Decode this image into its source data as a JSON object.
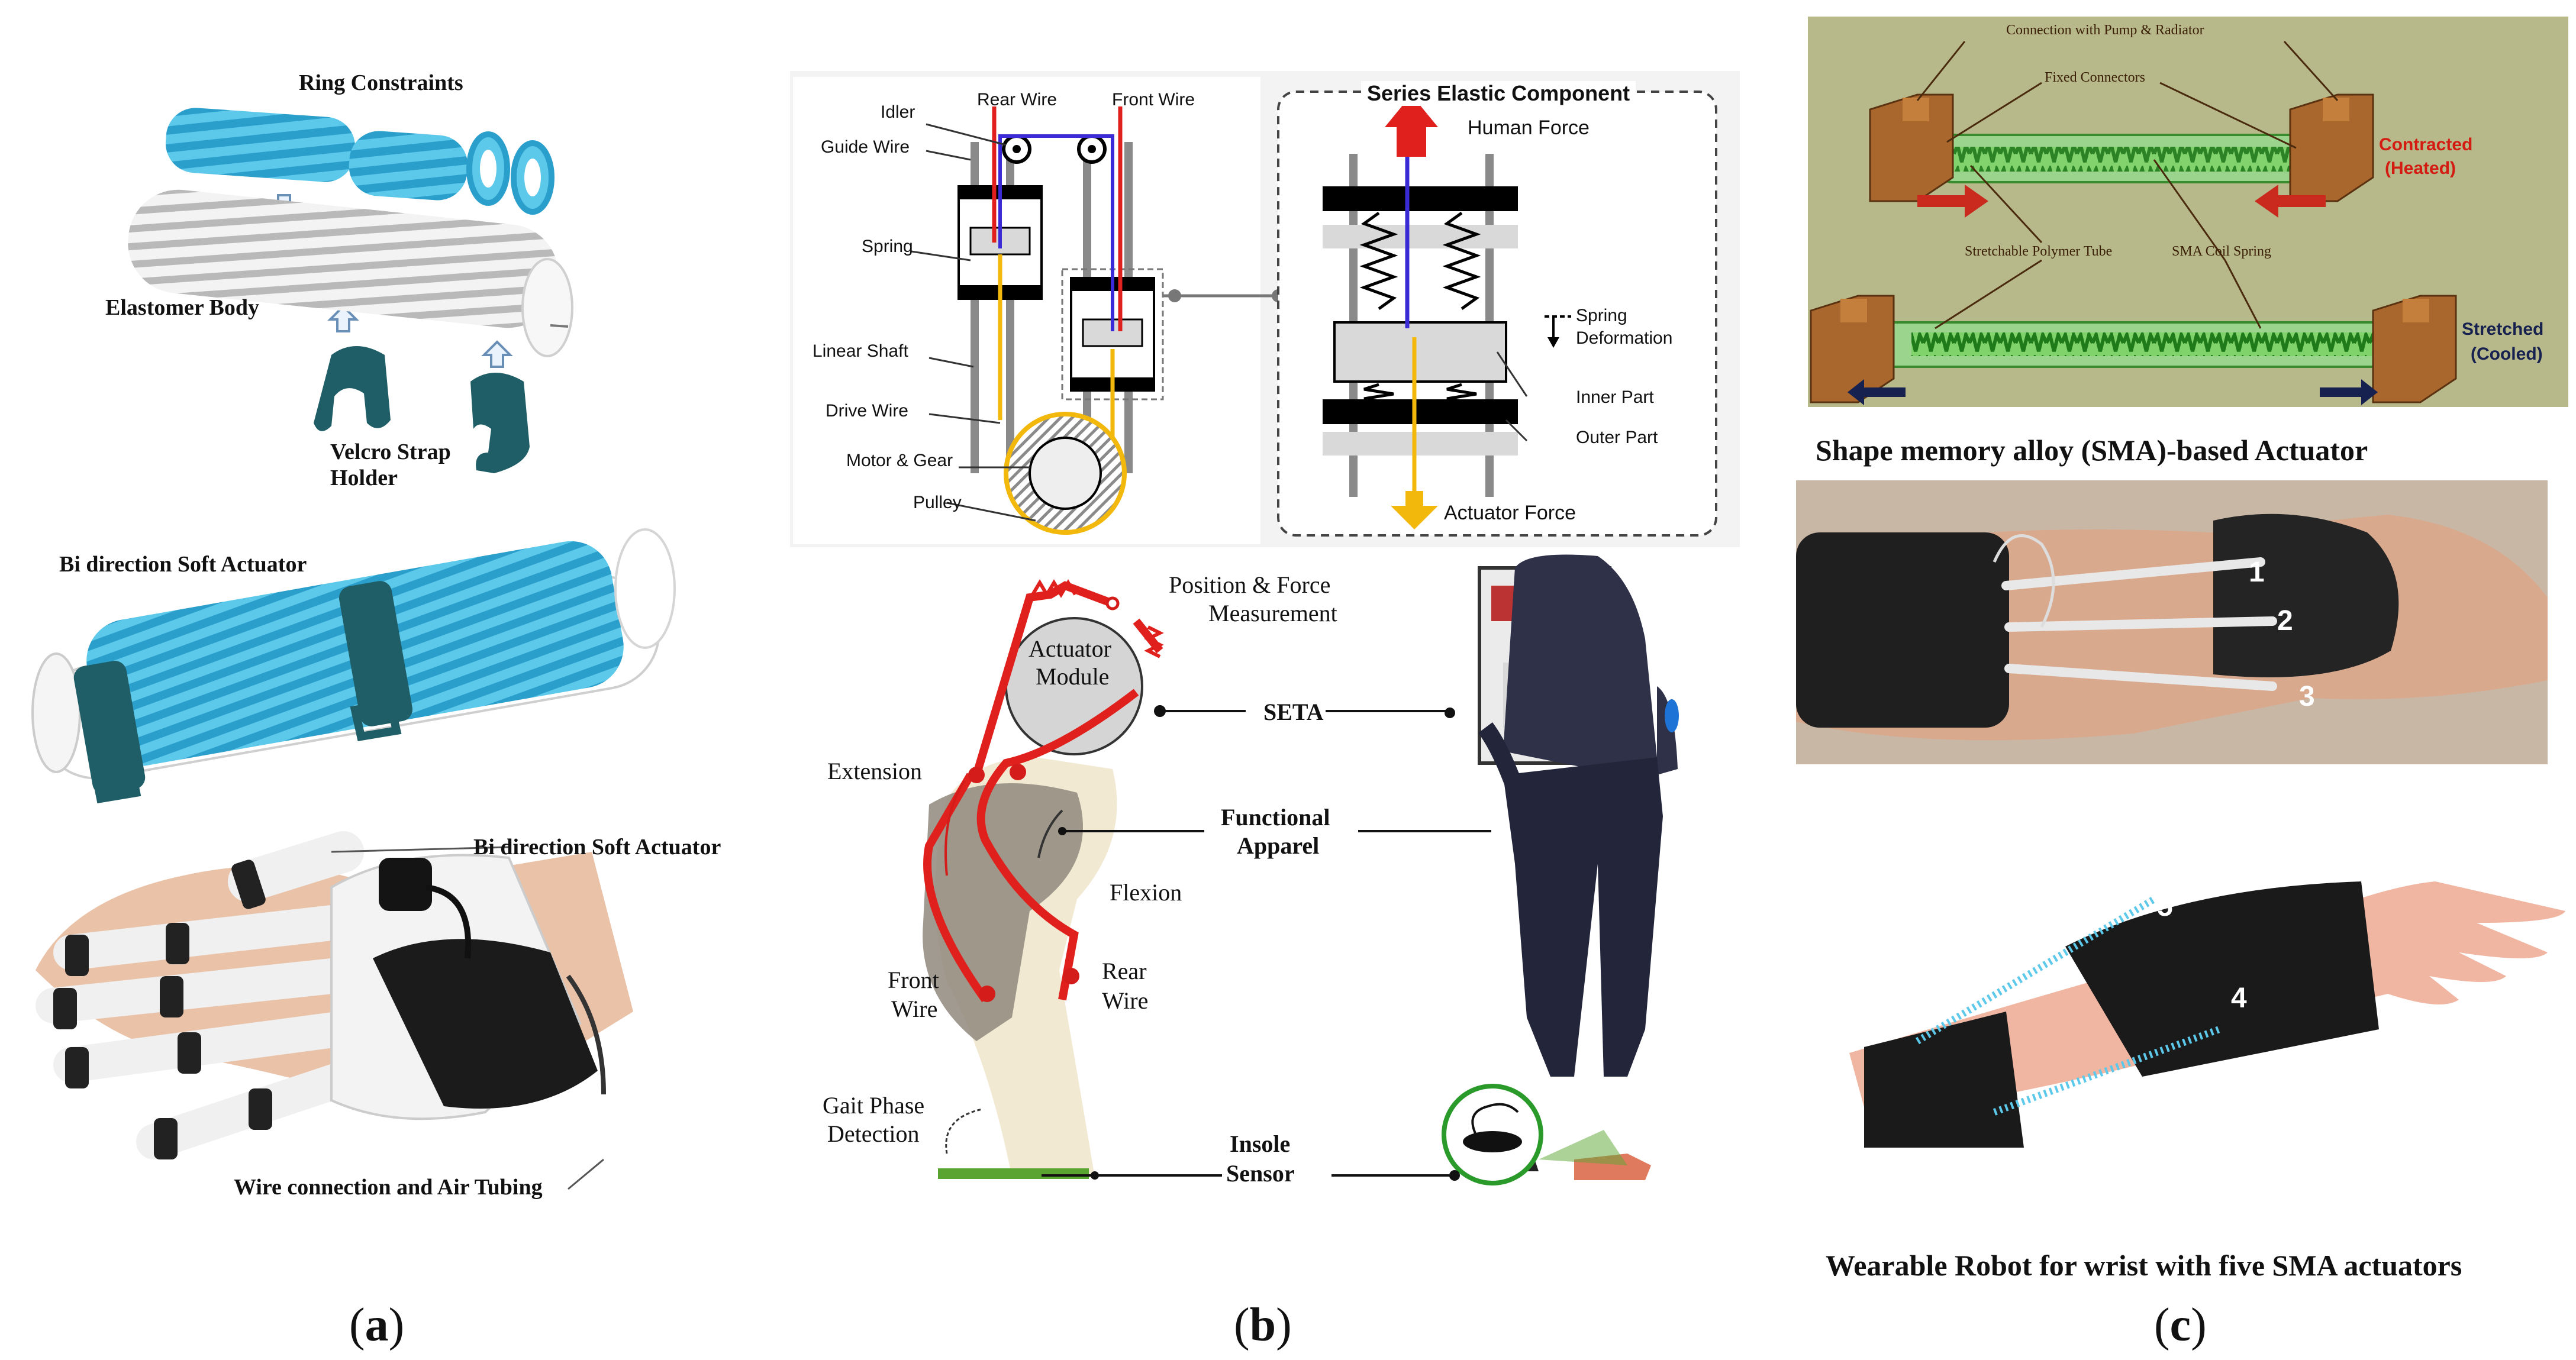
{
  "panel_a": {
    "ring_constraints": "Ring Constraints",
    "elastomer_body": "Elastomer Body",
    "velcro_line1": "Velcro Strap",
    "velcro_line2": "Holder",
    "bi_direction_1": "Bi direction Soft Actuator",
    "bi_direction_2": "Bi direction Soft Actuator",
    "wire_connection": "Wire connection and Air Tubing",
    "letter_open": "(",
    "letter": "a",
    "letter_close": ")"
  },
  "panel_b": {
    "top": {
      "rear_wire": "Rear Wire",
      "front_wire": "Front Wire",
      "idler": "Idler",
      "guide_wire": "Guide Wire",
      "spring": "Spring",
      "linear_shaft": "Linear Shaft",
      "drive_wire": "Drive Wire",
      "motor_gear": "Motor & Gear",
      "pulley": "Pulley",
      "series_elastic_title": "Series Elastic Component",
      "human_force": "Human Force",
      "spring_deform_1": "Spring",
      "spring_deform_2": "Deformation",
      "inner_part": "Inner Part",
      "outer_part": "Outer Part",
      "actuator_force": "Actuator Force"
    },
    "bottom": {
      "position_force_1": "Position & Force",
      "position_force_2": "Measurement",
      "actuator_1": "Actuator",
      "actuator_2": "Module",
      "seta": "SETA",
      "extension": "Extension",
      "functional_1": "Functional",
      "functional_2": "Apparel",
      "flexion": "Flexion",
      "front_wire_1": "Front",
      "front_wire_2": "Wire",
      "rear_wire_1": "Rear",
      "rear_wire_2": "Wire",
      "gait_1": "Gait Phase",
      "gait_2": "Detection",
      "insole_1": "Insole",
      "insole_2": "Sensor"
    },
    "letter": "b"
  },
  "panel_c": {
    "connection_pump": "Connection with Pump & Radiator",
    "fixed_connectors": "Fixed Connectors",
    "contracted_1": "Contracted",
    "contracted_2": "(Heated)",
    "stretchable_tube": "Stretchable Polymer Tube",
    "sma_coil": "SMA Coil Spring",
    "stretched_1": "Stretched",
    "stretched_2": "(Cooled)",
    "sma_caption": "Shape memory alloy (SMA)-based Actuator",
    "num_1": "1",
    "num_2": "2",
    "num_3": "3",
    "num_4": "4",
    "num_5": "5",
    "wearable_caption": "Wearable Robot for wrist with five SMA actuators",
    "letter": "c"
  },
  "colors": {
    "actuator_blue": "#3fb8de",
    "teal_strap": "#1f5e66",
    "wire_red": "#e0201c",
    "wire_blue": "#3b2bd6",
    "wire_yellow": "#f2b90c",
    "sma_bg": "#b7b98a",
    "connector_brown": "#a9662d",
    "tube_green": "#52b84a"
  }
}
